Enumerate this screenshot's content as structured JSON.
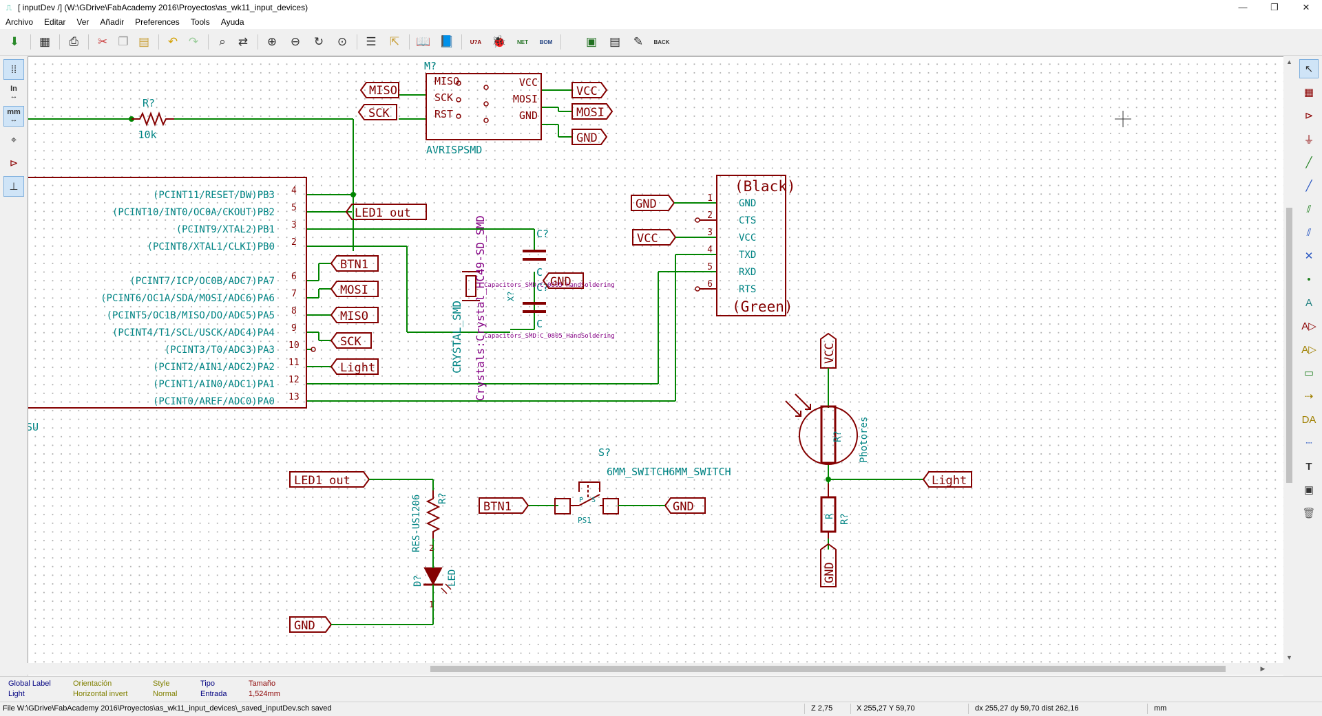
{
  "window": {
    "title": "[ inputDev /] (W:\\GDrive\\FabAcademy 2016\\Proyectos\\as_wk11_input_devices)",
    "minimize": "—",
    "maximize": "❐",
    "close": "✕"
  },
  "menu": [
    "Archivo",
    "Editar",
    "Ver",
    "Añadir",
    "Preferences",
    "Tools",
    "Ayuda"
  ],
  "toolbar": {
    "icons": [
      "save-icon",
      "page-settings-icon",
      "print-icon",
      "cut-icon",
      "copy-icon",
      "paste-icon",
      "undo-icon",
      "redo-icon",
      "find-icon",
      "find-replace-icon",
      "zoom-in-icon",
      "zoom-out-icon",
      "redraw-icon",
      "zoom-fit-icon",
      "hierarchy-icon",
      "leave-sheet-icon",
      "library-editor-icon",
      "library-browser-icon",
      "annotate-icon",
      "erc-icon",
      "netlist-icon",
      "bom-icon",
      "cvpcb-icon",
      "pcbnew-icon",
      "import-footprint-icon",
      "back-annotate-icon"
    ],
    "small_labels": {
      "annotate": "U?A",
      "netlist": "NET",
      "bom": "BOM",
      "back": "BACK"
    }
  },
  "left_toolbar": {
    "units_in": "In",
    "units_mm": "mm"
  },
  "schematic": {
    "resistor_top": {
      "ref": "R?",
      "value": "10k"
    },
    "isp": {
      "ref": "M?",
      "value": "AVRISPSMD",
      "pins_left": [
        "MISO",
        "SCK",
        "RST"
      ],
      "pins_right": [
        "VCC",
        "MOSI",
        "GND"
      ]
    },
    "isp_labels": {
      "miso": "MISO",
      "sck": "SCK",
      "vcc": "VCC",
      "mosi": "MOSI",
      "gnd": "GND"
    },
    "mcu": {
      "ref_partial": "SU",
      "pins": [
        {
          "name": "(PCINT11/RESET/DW)PB3",
          "num": "4"
        },
        {
          "name": "(PCINT10/INT0/OC0A/CKOUT)PB2",
          "num": "5"
        },
        {
          "name": "(PCINT9/XTAL2)PB1",
          "num": "3"
        },
        {
          "name": "(PCINT8/XTAL1/CLKI)PB0",
          "num": "2"
        },
        {
          "name": "(PCINT7/ICP/OC0B/ADC7)PA7",
          "num": "6"
        },
        {
          "name": "(PCINT6/OC1A/SDA/MOSI/ADC6)PA6",
          "num": "7"
        },
        {
          "name": "(PCINT5/OC1B/MISO/DO/ADC5)PA5",
          "num": "8"
        },
        {
          "name": "(PCINT4/T1/SCL/USCK/ADC4)PA4",
          "num": "9"
        },
        {
          "name": "(PCINT3/T0/ADC3)PA3",
          "num": "10"
        },
        {
          "name": "(PCINT2/AIN1/ADC2)PA2",
          "num": "11"
        },
        {
          "name": "(PCINT1/AIN0/ADC1)PA1",
          "num": "12"
        },
        {
          "name": "(PCINT0/AREF/ADC0)PA0",
          "num": "13"
        }
      ]
    },
    "mcu_labels": {
      "led1": "LED1_out",
      "btn1": "BTN1",
      "mosi": "MOSI",
      "miso": "MISO",
      "sck": "SCK",
      "light": "Light"
    },
    "crystal": {
      "ref": "X?",
      "value": "CRYSTAL_SMD",
      "footprint": "Crystals:Crystal_HC49-SD_SMD"
    },
    "caps": {
      "ref": "C?",
      "value": "C",
      "footprint": "Capacitors_SMD:C_0805_HandSoldering",
      "gnd": "GND"
    },
    "ftdi": {
      "top": "(Black)",
      "bottom": "(Green)",
      "pins": [
        {
          "num": "1",
          "name": "GND"
        },
        {
          "num": "2",
          "name": "CTS"
        },
        {
          "num": "3",
          "name": "VCC"
        },
        {
          "num": "4",
          "name": "TXD"
        },
        {
          "num": "5",
          "name": "RXD"
        },
        {
          "num": "6",
          "name": "RTS"
        }
      ]
    },
    "ftdi_labels": {
      "gnd": "GND",
      "vcc": "VCC"
    },
    "photo": {
      "vcc": "VCC",
      "ref": "R?",
      "value": "Photores",
      "light": "Light",
      "r_ref": "R?",
      "r_value": "R",
      "gnd": "GND"
    },
    "switch": {
      "ref": "S?",
      "value": "6MM_SWITCH6MM_SWITCH",
      "btn": "BTN1",
      "gnd": "GND",
      "p": "P",
      "s": "S",
      "ps1": "PS1"
    },
    "led_circuit": {
      "label": "LED1_out",
      "r_ref": "R?",
      "r_value": "RES-US1206",
      "pin2": "2",
      "pin1": "1",
      "d_ref": "D?",
      "d_value": "LED",
      "gnd": "GND"
    }
  },
  "message_panel": [
    {
      "title": "Global Label",
      "value": "Light",
      "title_color": "#000080",
      "value_color": "#000080"
    },
    {
      "title": "Orientación",
      "value": "Horizontal invert",
      "title_color": "#808000",
      "value_color": "#808000"
    },
    {
      "title": "Style",
      "value": "Normal",
      "title_color": "#808000",
      "value_color": "#808000"
    },
    {
      "title": "Tipo",
      "value": "Entrada",
      "title_color": "#000080",
      "value_color": "#000080"
    },
    {
      "title": "Tamaño",
      "value": "1,524mm",
      "title_color": "#8b0000",
      "value_color": "#8b0000"
    }
  ],
  "status": {
    "file": "File W:\\GDrive\\FabAcademy 2016\\Proyectos\\as_wk11_input_devices\\_saved_inputDev.sch saved",
    "zoom": "Z 2,75",
    "xy": "X 255,27  Y 59,70",
    "dxdy": "dx 255,27  dy 59,70  dist 262,16",
    "units": "mm"
  },
  "colors": {
    "wire": "#008400",
    "component": "#840000",
    "pin_text": "#008484",
    "field_purple": "#840084",
    "label": "#840000"
  }
}
